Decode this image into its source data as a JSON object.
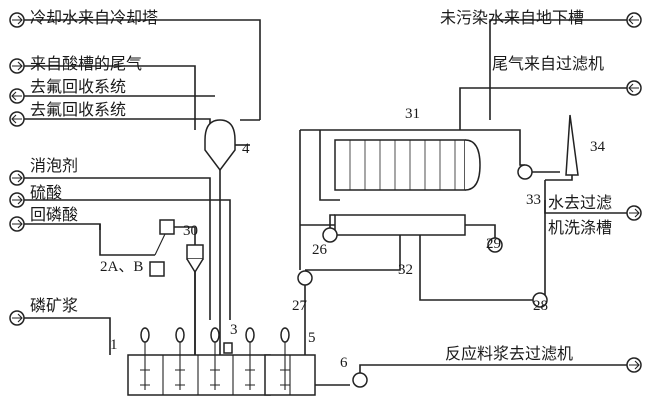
{
  "diagram": {
    "streams": {
      "cooling_water": "冷却水来自冷却塔",
      "tail_gas_acid": "来自酸槽的尾气",
      "to_fluorine_1": "去氟回收系统",
      "to_fluorine_2": "去氟回收系统",
      "antifoam": "消泡剂",
      "sulfuric_acid": "硫酸",
      "return_phosphoric": "回磷酸",
      "phosphate_slurry": "磷矿浆",
      "clean_groundwater": "未污染水来自地下槽",
      "tail_gas_filter": "尾气来自过滤机",
      "water_to_filter_1": "水去过滤",
      "water_to_filter_2": "机洗涤槽",
      "slurry_to_filter": "反应料浆去过滤机"
    },
    "equipment_numbers": {
      "n1": "1",
      "n2": "2A、B",
      "n3": "3",
      "n4": "4",
      "n5": "5",
      "n6": "6",
      "n26": "26",
      "n27": "27",
      "n28": "28",
      "n29": "29",
      "n30": "30",
      "n31": "31",
      "n32": "32",
      "n33": "33",
      "n34": "34"
    }
  }
}
